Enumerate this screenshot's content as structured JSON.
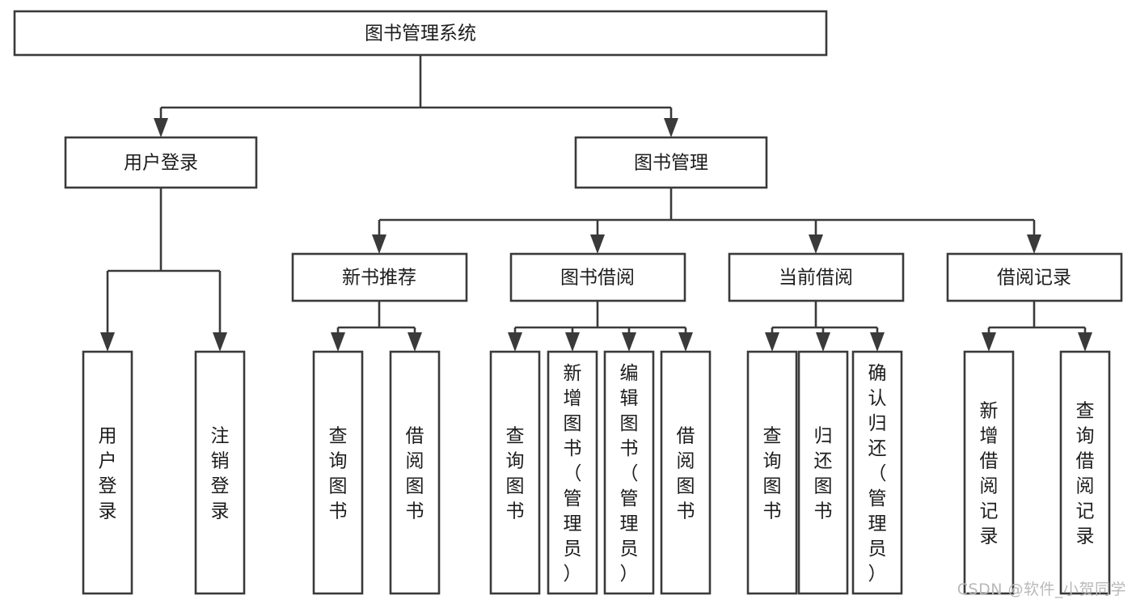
{
  "diagram": {
    "title": "图书管理系统",
    "type": "tree-hierarchy-chart",
    "watermark": "CSDN @软件_小贺同学",
    "colors": {
      "stroke": "#3a3a3a",
      "box_fill": "#ffffff",
      "text": "#1c1c1c",
      "background": "#ffffff",
      "watermark": "#b9b9b9"
    },
    "root": {
      "label": "图书管理系统"
    },
    "level2": [
      {
        "label": "用户登录"
      },
      {
        "label": "图书管理"
      }
    ],
    "level3": [
      {
        "label": "新书推荐"
      },
      {
        "label": "图书借阅"
      },
      {
        "label": "当前借阅"
      },
      {
        "label": "借阅记录"
      }
    ],
    "leaves": {
      "user_login": [
        {
          "label": "用户登录"
        },
        {
          "label": "注销登录"
        }
      ],
      "new_book_recommend": [
        {
          "label": "查询图书"
        },
        {
          "label": "借阅图书"
        }
      ],
      "book_borrow": [
        {
          "label": "查询图书"
        },
        {
          "label": "新增图书（管理员）"
        },
        {
          "label": "编辑图书（管理员）"
        },
        {
          "label": "借阅图书"
        }
      ],
      "current_borrow": [
        {
          "label": "查询图书"
        },
        {
          "label": "归还图书"
        },
        {
          "label": "确认归还（管理员）"
        }
      ],
      "borrow_record": [
        {
          "label": "新增借阅记录"
        },
        {
          "label": "查询借阅记录"
        }
      ]
    }
  }
}
